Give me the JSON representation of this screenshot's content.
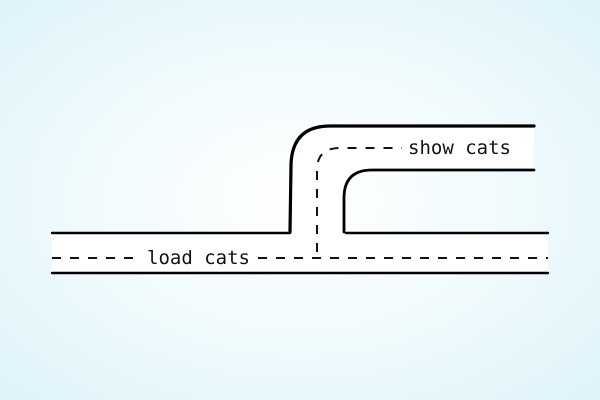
{
  "diagram": {
    "roads": [
      {
        "id": "main-road",
        "label": "load cats"
      },
      {
        "id": "branch-road",
        "label": "show cats"
      }
    ],
    "colors": {
      "road_edge": "#000000",
      "lane_marking": "#111111",
      "road_surface": "#ffffff",
      "background_center": "#ffffff",
      "background_edge": "#ddf3f9"
    }
  }
}
